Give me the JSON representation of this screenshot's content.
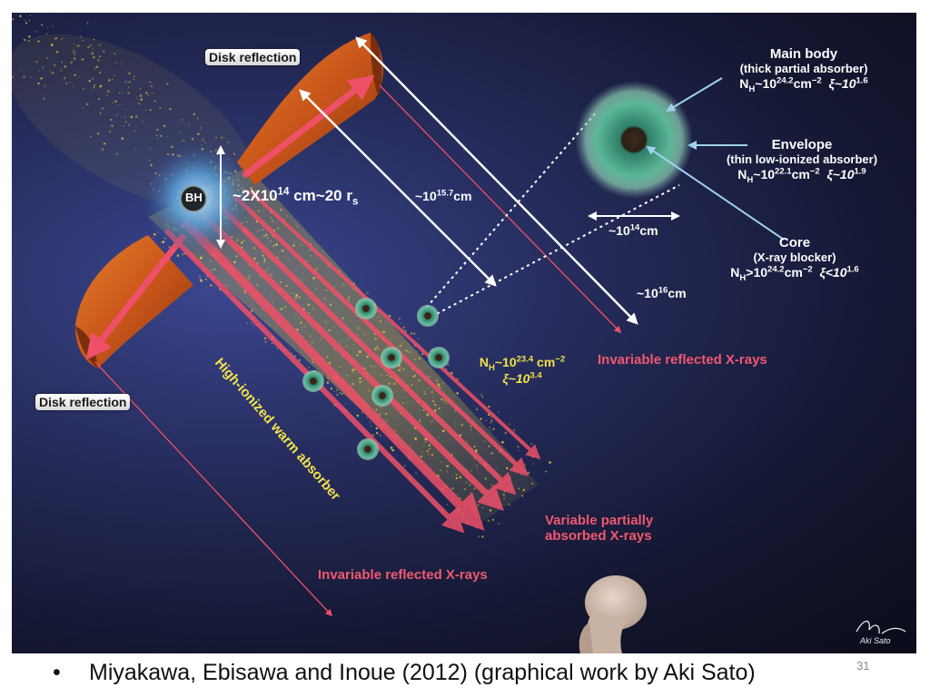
{
  "figure": {
    "labels": {
      "disk_reflection_top": "Disk reflection",
      "disk_reflection_bottom": "Disk reflection",
      "bh": "BH",
      "bh_size": {
        "pre": "~2X10",
        "exp": "14",
        "mid": " cm~20 r",
        "sub": "s"
      },
      "dist_157": {
        "pre": "~10",
        "exp": "15.7",
        "post": "cm"
      },
      "dist_16": {
        "pre": "~10",
        "exp": "16",
        "post": "cm"
      },
      "dist_14": {
        "pre": "~10",
        "exp": "14",
        "post": "cm"
      },
      "main_body": {
        "title": "Main body",
        "subtitle": "(thick partial absorber)",
        "nh_pre": "N",
        "nh_sub": "H",
        "nh_mid": "~10",
        "nh_exp": "24.2",
        "nh_unit": "cm",
        "nh_unit_exp": "−2",
        "xi_pre": "ξ~10",
        "xi_exp": "1.6"
      },
      "envelope": {
        "title": "Envelope",
        "subtitle": "(thin low-ionized absorber)",
        "nh_pre": "N",
        "nh_sub": "H",
        "nh_mid": "~10",
        "nh_exp": "22.1",
        "nh_unit": "cm",
        "nh_unit_exp": "−2",
        "xi_pre": "ξ~10",
        "xi_exp": "1.9"
      },
      "core": {
        "title": "Core",
        "subtitle": "(X-ray blocker)",
        "nh_pre": "N",
        "nh_sub": "H",
        "nh_mid": ">10",
        "nh_exp": "24.2",
        "nh_unit": "cm",
        "nh_unit_exp": "−2",
        "xi_pre": "ξ<10",
        "xi_exp": "1.6"
      },
      "cloud_nh": {
        "pre": "N",
        "sub": "H",
        "mid": "~10",
        "exp": "23.4",
        "post": " cm",
        "post_exp": "−2"
      },
      "cloud_xi": {
        "pre": "ξ~10",
        "exp": "3.4"
      },
      "invariable_right": "Invariable reflected X-rays",
      "invariable_bottom": "Invariable reflected X-rays",
      "variable_1": "Variable partially",
      "variable_2": "absorbed X-rays",
      "warm_absorber": "High-ionized warm absorber",
      "signature": "Aki Sato"
    },
    "colors": {
      "background": "#1a1e42",
      "arrow_red": "#ee5068",
      "disk_orange": "#d2661e",
      "absorber_yellow": "#e6cf3a",
      "bh_glow": "#5aa0d8",
      "cloud_green": "#3e8f78",
      "core_dark": "#3c2418"
    }
  },
  "caption": {
    "bullet": "•",
    "text": "Miyakawa, Ebisawa and Inoue (2012) (graphical work by Aki Sato)"
  },
  "slide_number": "31"
}
